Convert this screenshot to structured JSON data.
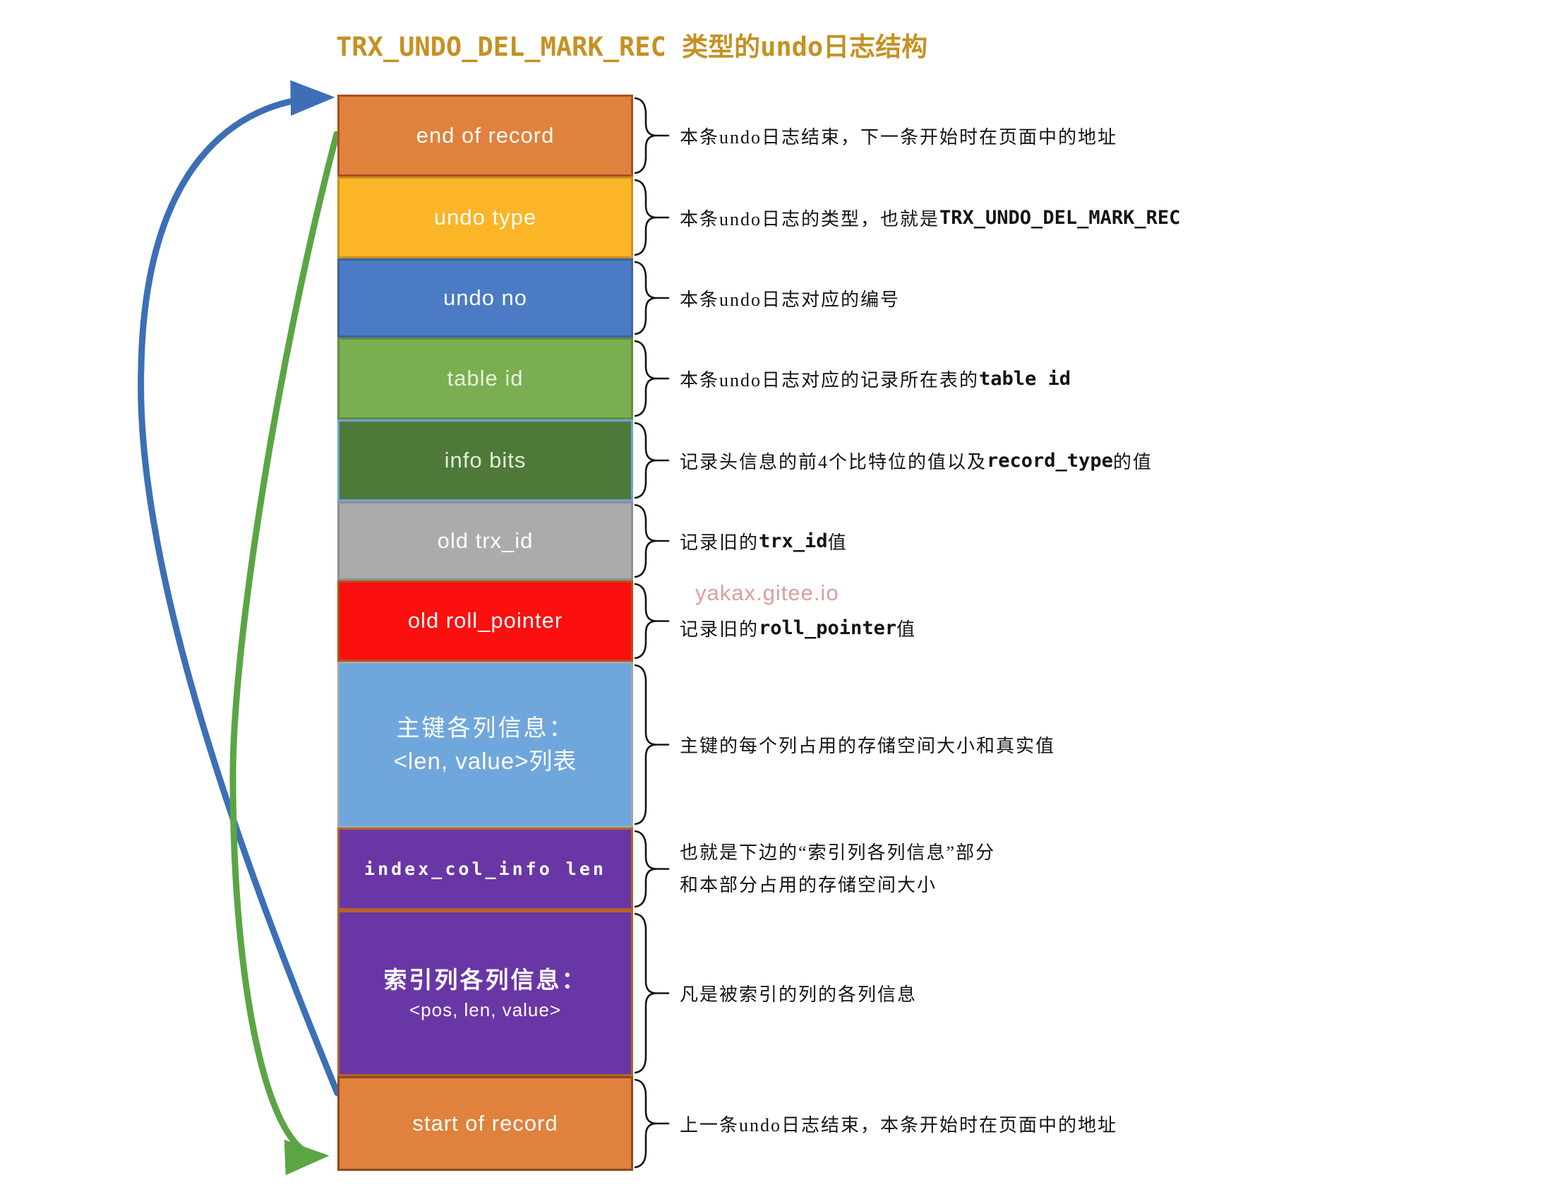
{
  "title": "TRX_UNDO_DEL_MARK_REC 类型的undo日志结构",
  "watermark": "yakax.gitee.io",
  "colors": {
    "title": "#C59122",
    "arrow_blue": "#3C6FB5",
    "arrow_green": "#5BA544",
    "brace": "#161616",
    "watermark": "#DB9E9E",
    "annotation_text": "#141414"
  },
  "rows": [
    {
      "name": "end-of-record",
      "label": "end of record",
      "fill": "#E0813D",
      "border": "#A84F24",
      "text": "#FFFFFF",
      "ann_pre": "本条undo日志结束，下一条开始时在页面中的地址",
      "ann_code": "",
      "ann_post": "",
      "ann_line2": ""
    },
    {
      "name": "undo-type",
      "label": "undo type",
      "fill": "#FBB527",
      "border": "#C8901D",
      "text": "#FFFFFF",
      "ann_pre": "本条undo日志的类型，也就是",
      "ann_code": "TRX_UNDO_DEL_MARK_REC",
      "ann_post": "",
      "ann_line2": ""
    },
    {
      "name": "undo-no",
      "label": "undo no",
      "fill": "#4A7BC4",
      "border": "#3A64A6",
      "text": "#FFFFFF",
      "ann_pre": "本条undo日志对应的编号",
      "ann_code": "",
      "ann_post": "",
      "ann_line2": ""
    },
    {
      "name": "table-id",
      "label": "table id",
      "fill": "#7AAE50",
      "border": "#5F8F3B",
      "text": "#EAF3E0",
      "ann_pre": "本条undo日志对应的记录所在表的 ",
      "ann_code": "table id",
      "ann_post": "",
      "ann_line2": ""
    },
    {
      "name": "info-bits",
      "label": "info bits",
      "fill": "#4F7939",
      "border": "#6FA3D8",
      "text": "#E2EFDA",
      "ann_pre": "记录头信息的前4个比特位的值以及",
      "ann_code": "record_type",
      "ann_post": "的值",
      "ann_line2": ""
    },
    {
      "name": "old-trx-id",
      "label": "old trx_id",
      "fill": "#ABABAB",
      "border": "#8F8F8F",
      "text": "#FFFFFF",
      "ann_pre": "记录旧的",
      "ann_code": "trx_id",
      "ann_post": "值",
      "ann_line2": ""
    },
    {
      "name": "old-roll-pointer",
      "label": "old roll_pointer",
      "fill": "#FB0F0F",
      "border": "#B0541E",
      "text": "#FFFFFF",
      "ann_pre": "记录旧的",
      "ann_code": "roll_pointer",
      "ann_post": "值",
      "ann_line2": ""
    },
    {
      "name": "primary-key-cols",
      "label": "主键各列信息：",
      "sublabel": "<len, value>列表",
      "fill": "#6FA7DC",
      "border": "#9DA7B2",
      "text": "#FFFFFF",
      "ann_pre": "主键的每个列占用的存储空间大小和真实值",
      "ann_code": "",
      "ann_post": "",
      "ann_line2": ""
    },
    {
      "name": "index-col-info-len",
      "label": "index_col_info len",
      "fill": "#6936A6",
      "border": "#B4632B",
      "text": "#FFFFFF",
      "ann_pre": "也就是下边的“索引列各列信息”部分",
      "ann_code": "",
      "ann_post": "",
      "ann_line2": "和本部分占用的存储空间大小"
    },
    {
      "name": "index-cols",
      "label": "索引列各列信息：",
      "sublabel": "<pos, len, value>",
      "fill": "#6936A6",
      "border": "#B4632B",
      "text": "#FFFFFF",
      "ann_pre": "凡是被索引的列的各列信息",
      "ann_code": "",
      "ann_post": "",
      "ann_line2": ""
    },
    {
      "name": "start-of-record",
      "label": "start of record",
      "fill": "#E0813D",
      "border": "#8F491D",
      "text": "#FFFFFF",
      "ann_pre": "上一条undo日志结束，本条开始时在页面中的地址",
      "ann_code": "",
      "ann_post": "",
      "ann_line2": ""
    }
  ]
}
